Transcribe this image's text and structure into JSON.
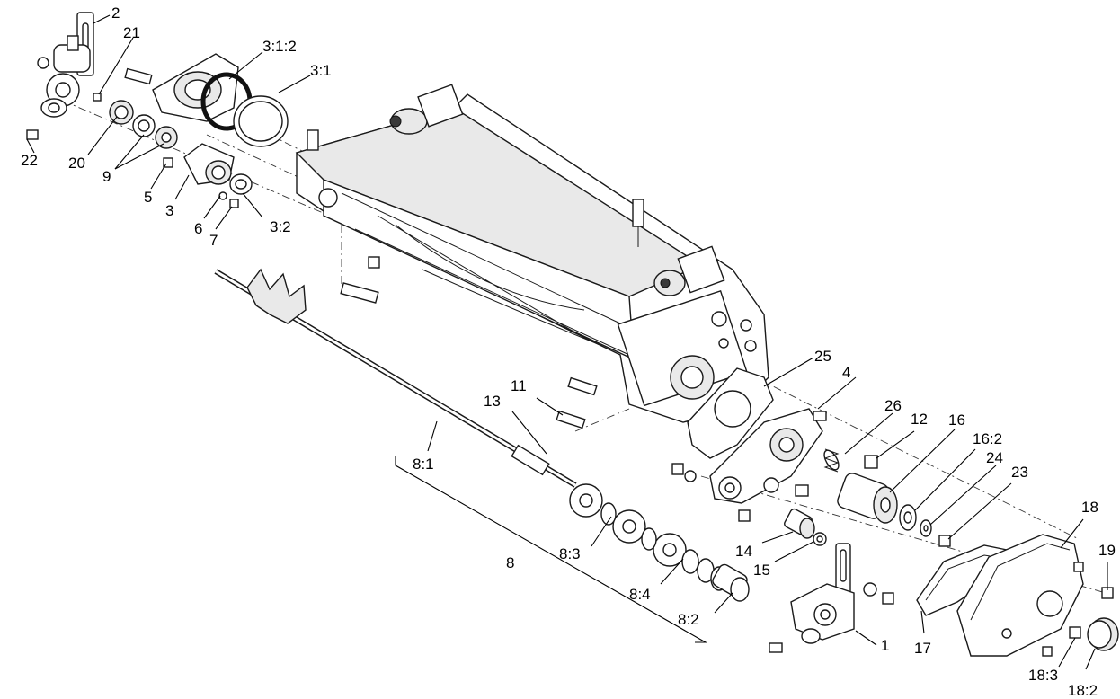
{
  "callouts": {
    "c1": "1",
    "c2": "2",
    "c3": "3",
    "c3_1": "3:1",
    "c3_1_2": "3:1:2",
    "c3_2": "3:2",
    "c4": "4",
    "c5": "5",
    "c6": "6",
    "c7": "7",
    "c8": "8",
    "c8_1": "8:1",
    "c8_2": "8:2",
    "c8_3": "8:3",
    "c8_4": "8:4",
    "c9": "9",
    "c11": "11",
    "c12": "12",
    "c13": "13",
    "c14": "14",
    "c15": "15",
    "c16": "16",
    "c16_2": "16:2",
    "c17": "17",
    "c18": "18",
    "c18_2": "18:2",
    "c18_3": "18:3",
    "c19": "19",
    "c20": "20",
    "c21": "21",
    "c22": "22",
    "c23": "23",
    "c24": "24",
    "c25": "25",
    "c26": "26"
  }
}
